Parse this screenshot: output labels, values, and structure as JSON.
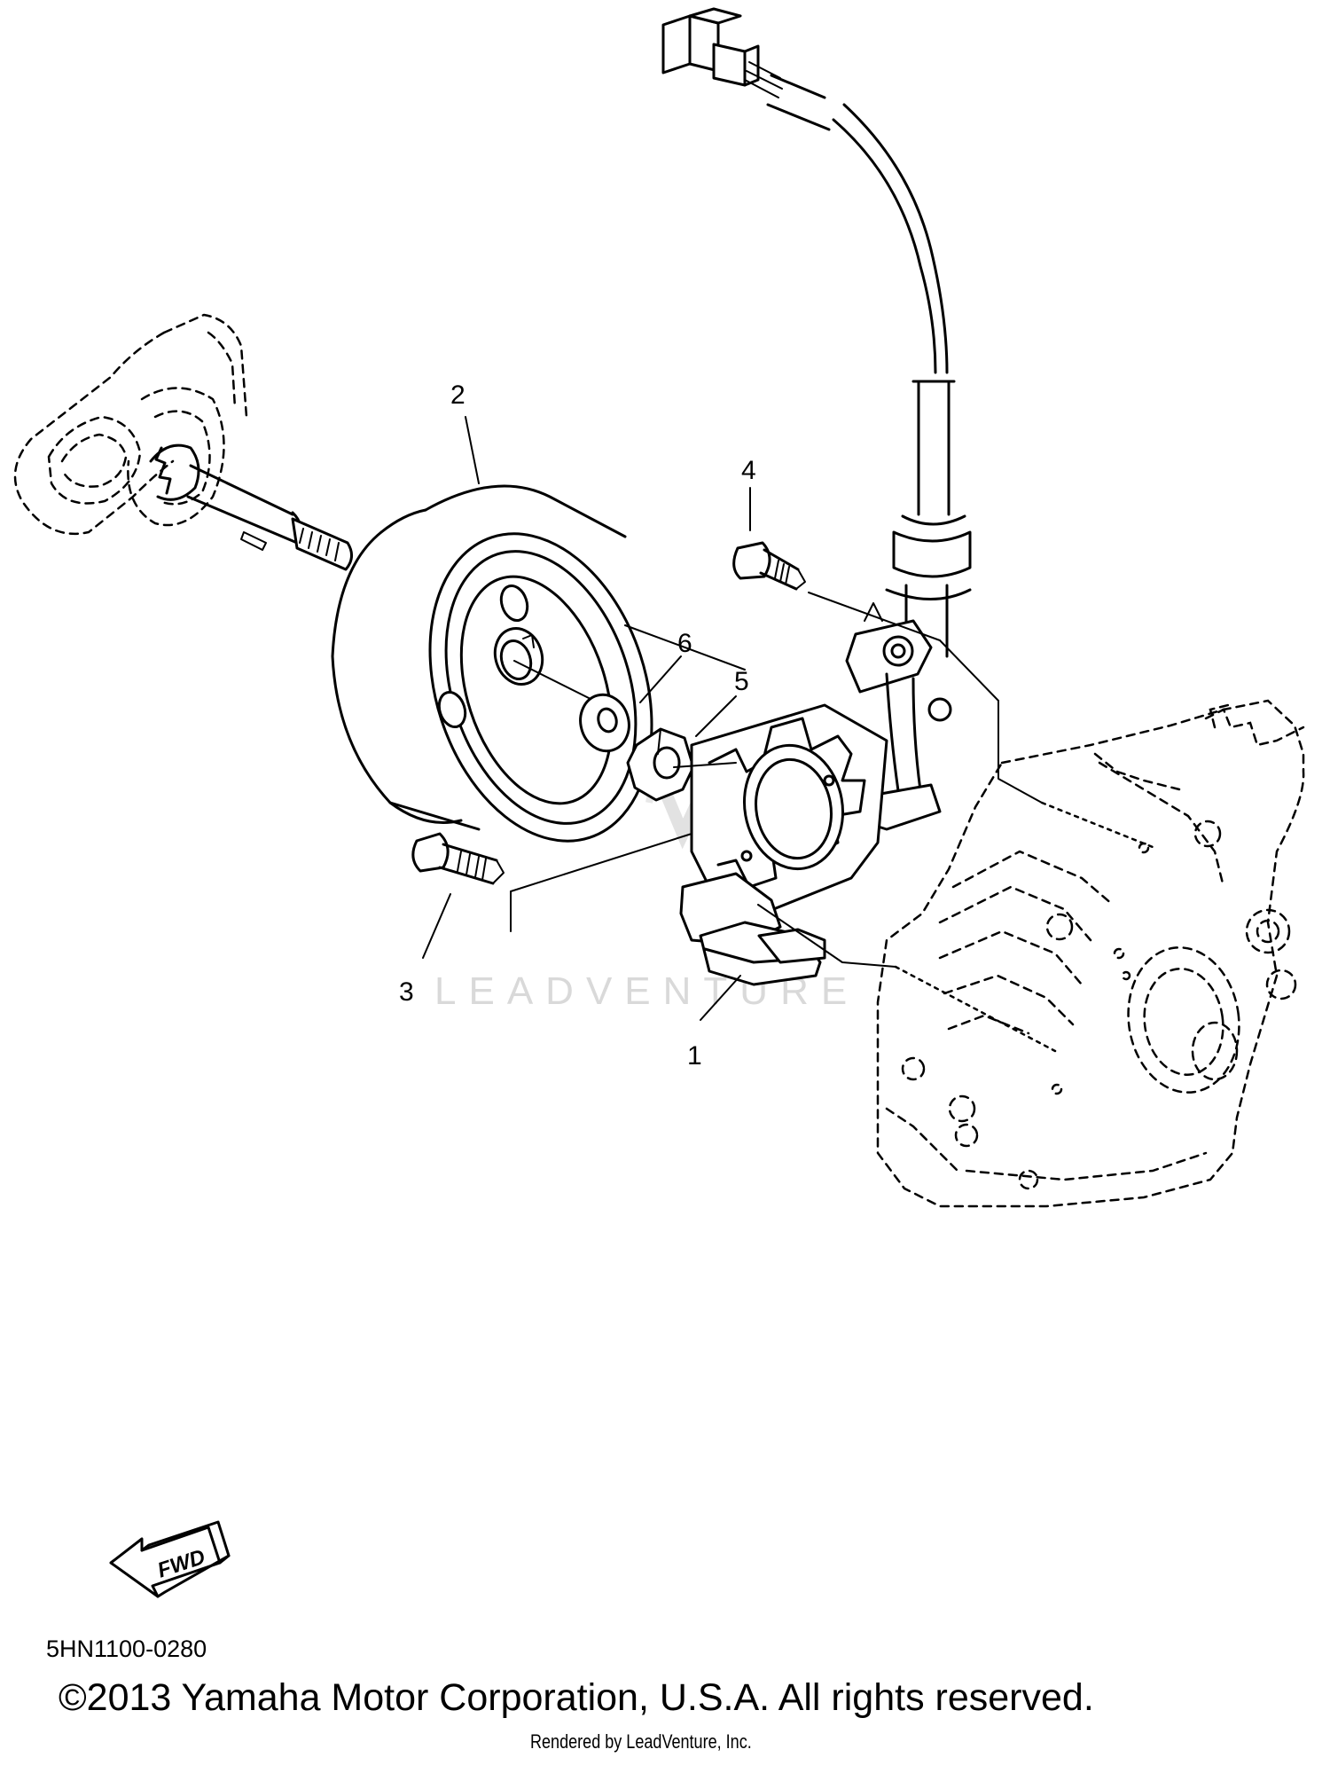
{
  "diagram": {
    "callouts": [
      {
        "id": "1",
        "label": "1"
      },
      {
        "id": "2",
        "label": "2"
      },
      {
        "id": "3",
        "label": "3"
      },
      {
        "id": "4",
        "label": "4"
      },
      {
        "id": "5",
        "label": "5"
      },
      {
        "id": "6",
        "label": "6"
      }
    ],
    "watermark": "LEADVENTURE",
    "fwd_label": "FWD",
    "diagram_code": "5HN1100-0280",
    "copyright": "©2013 Yamaha Motor Corporation, U.S.A. All rights reserved.",
    "rendered_by": "Rendered by LeadVenture, Inc."
  }
}
